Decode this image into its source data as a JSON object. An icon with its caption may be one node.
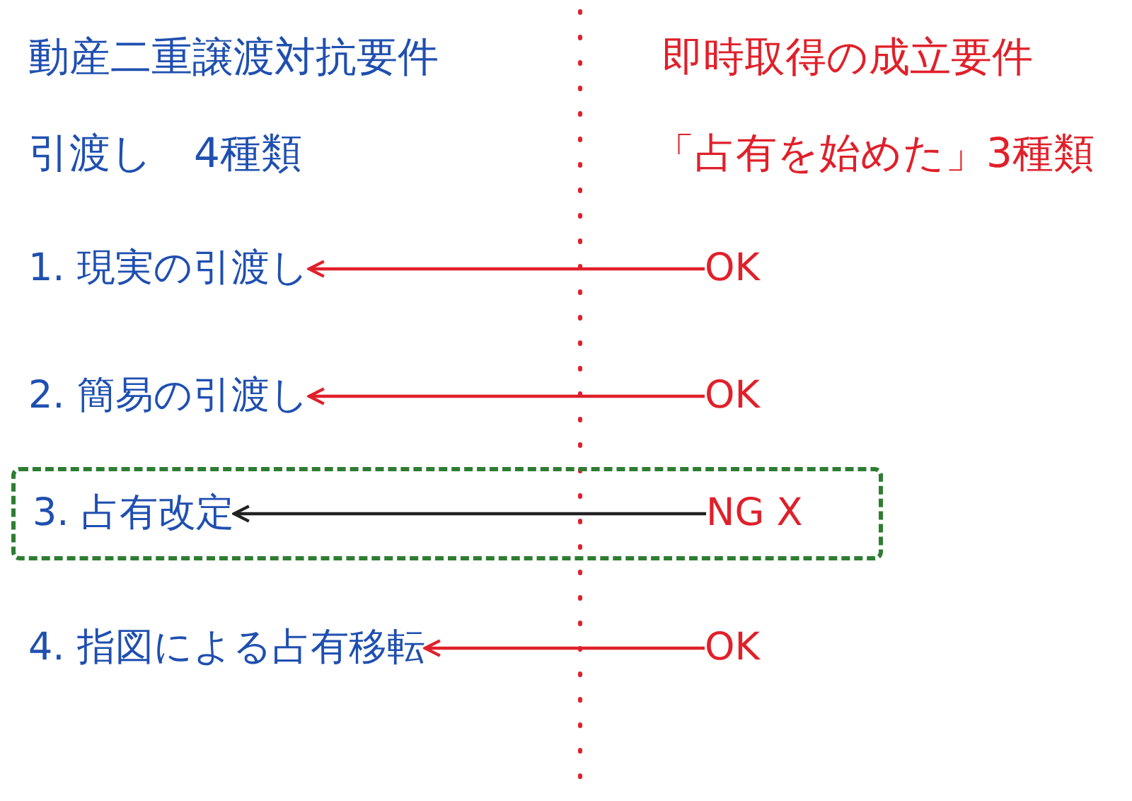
{
  "diagram": {
    "nodes": [
      {
        "text": [
          "1. 現実の引渡し"
        ]
      },
      {
        "text": [
          "OK"
        ]
      },
      {
        "text": [
          "2. 簡易の引渡し"
        ]
      },
      {
        "text": [
          "OK"
        ]
      },
      {
        "text": [],
        "shape": "box"
      },
      {
        "text": [
          "3. 占有改定"
        ],
        "in": 4
      },
      {
        "text": [
          "NG X"
        ],
        "in": 4
      },
      {
        "text": [
          "4. 指図による占有移転"
        ]
      },
      {
        "text": [
          "OK"
        ]
      }
    ],
    "edges": [
      {
        "from": 1,
        "to": 0,
        "arrow": "to"
      },
      {
        "from": 3,
        "to": 2,
        "arrow": "to"
      },
      {
        "from": 6,
        "to": 5,
        "arrow": "to",
        "color": "#222222"
      },
      {
        "from": 8,
        "to": 7,
        "arrow": "to"
      }
    ],
    "labels": [
      "動産二重譲渡対抗要件",
      "即時取得の成立要件",
      "引渡し　4種類",
      "「占有を始めた」3種類"
    ]
  }
}
